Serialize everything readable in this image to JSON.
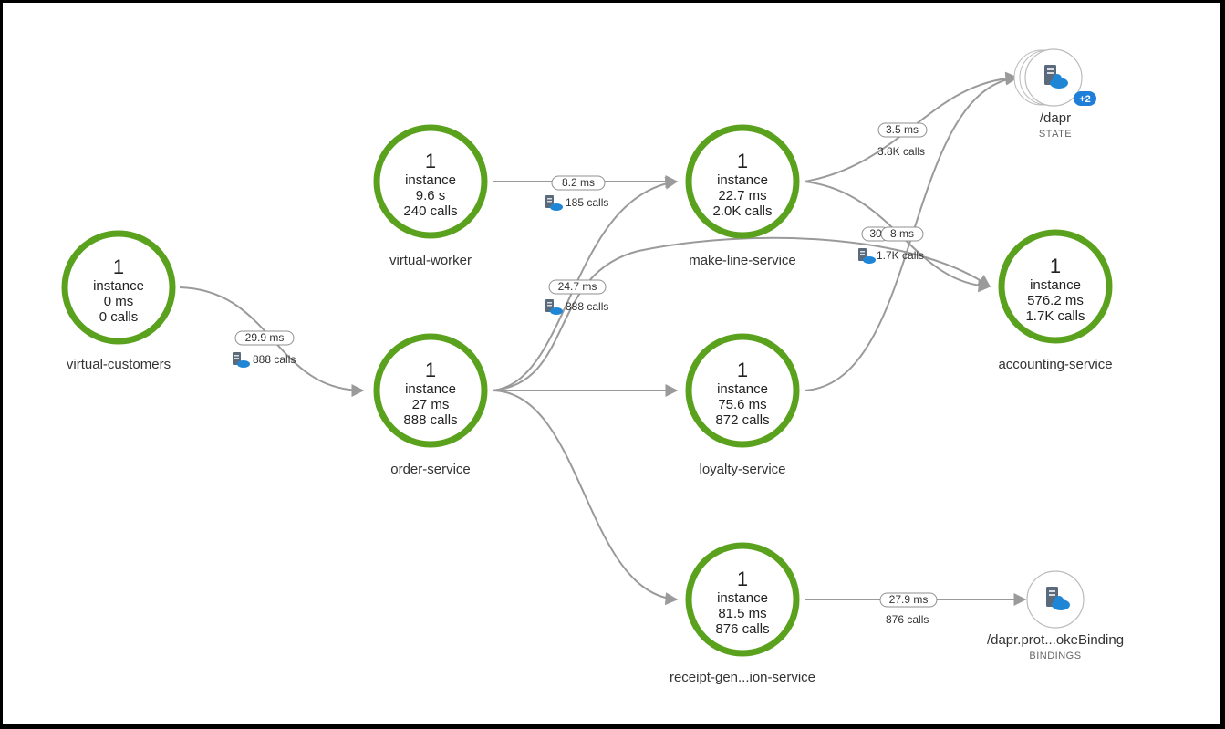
{
  "nodes": {
    "virtual_customers": {
      "count": "1",
      "unit": "instance",
      "latency": "0 ms",
      "calls": "0 calls",
      "name": "virtual-customers"
    },
    "virtual_worker": {
      "count": "1",
      "unit": "instance",
      "latency": "9.6 s",
      "calls": "240 calls",
      "name": "virtual-worker"
    },
    "order_service": {
      "count": "1",
      "unit": "instance",
      "latency": "27 ms",
      "calls": "888 calls",
      "name": "order-service"
    },
    "make_line_service": {
      "count": "1",
      "unit": "instance",
      "latency": "22.7 ms",
      "calls": "2.0K calls",
      "name": "make-line-service"
    },
    "loyalty_service": {
      "count": "1",
      "unit": "instance",
      "latency": "75.6 ms",
      "calls": "872 calls",
      "name": "loyalty-service"
    },
    "receipt_service": {
      "count": "1",
      "unit": "instance",
      "latency": "81.5 ms",
      "calls": "876 calls",
      "name": "receipt-gen...ion-service"
    },
    "accounting_service": {
      "count": "1",
      "unit": "instance",
      "latency": "576.2 ms",
      "calls": "1.7K calls",
      "name": "accounting-service"
    }
  },
  "externals": {
    "dapr_state": {
      "name": "/dapr",
      "type": "STATE",
      "badge": "+2",
      "icon": "server-cloud-icon"
    },
    "dapr_bindings": {
      "name": "/dapr.prot...okeBinding",
      "type": "BINDINGS",
      "icon": "server-cloud-icon"
    }
  },
  "edges": {
    "customers_to_order": {
      "latency": "29.9 ms",
      "calls": "888 calls"
    },
    "worker_to_makeline": {
      "latency": "8.2 ms",
      "calls": "185 calls"
    },
    "order_to_makeline": {
      "latency": "24.7 ms",
      "calls": "888 calls"
    },
    "makeline_to_state": {
      "latency": "3.5 ms",
      "calls": "3.8K calls"
    },
    "to_accounting_a": {
      "latency": "30",
      "calls": "1.7K calls"
    },
    "to_accounting_b": {
      "latency": "8 ms"
    },
    "receipt_to_bindings": {
      "latency": "27.9 ms",
      "calls": "876 calls"
    }
  },
  "colors": {
    "healthy_ring": "#5aa11e",
    "edge": "#9a9a9a",
    "badge": "#1f7fd8"
  }
}
